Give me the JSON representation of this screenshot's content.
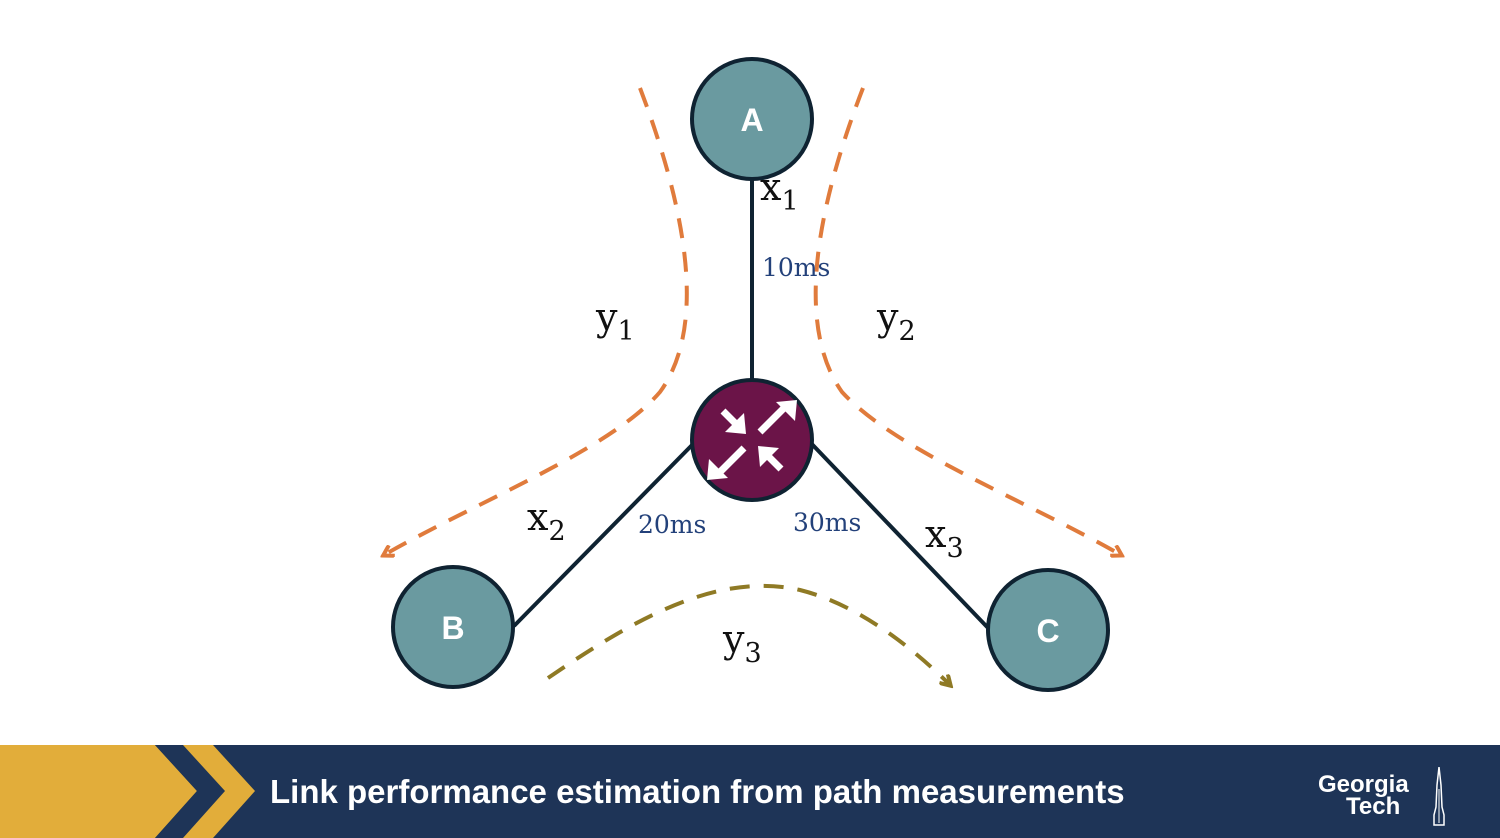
{
  "nodes": {
    "a": {
      "label": "A"
    },
    "b": {
      "label": "B"
    },
    "c": {
      "label": "C"
    },
    "router": {
      "icon": "router-icon"
    }
  },
  "links": {
    "x1": {
      "var": "x",
      "sub": "1",
      "delay": "10ms"
    },
    "x2": {
      "var": "x",
      "sub": "2",
      "delay": "20ms"
    },
    "x3": {
      "var": "x",
      "sub": "3",
      "delay": "30ms"
    }
  },
  "paths": {
    "y1": {
      "var": "y",
      "sub": "1"
    },
    "y2": {
      "var": "y",
      "sub": "2"
    },
    "y3": {
      "var": "y",
      "sub": "3"
    }
  },
  "footer": {
    "title": "Link performance estimation from path measurements",
    "logo_line1": "Georgia",
    "logo_line2": "Tech"
  },
  "colors": {
    "node_fill": "#6a9aa0",
    "node_stroke": "#0f2332",
    "router_fill": "#6b1448",
    "path_orange": "#e07b3c",
    "path_olive": "#8f7a25",
    "delay_text": "#23417a",
    "banner_navy": "#1e3457",
    "banner_gold": "#e2ad3a"
  }
}
